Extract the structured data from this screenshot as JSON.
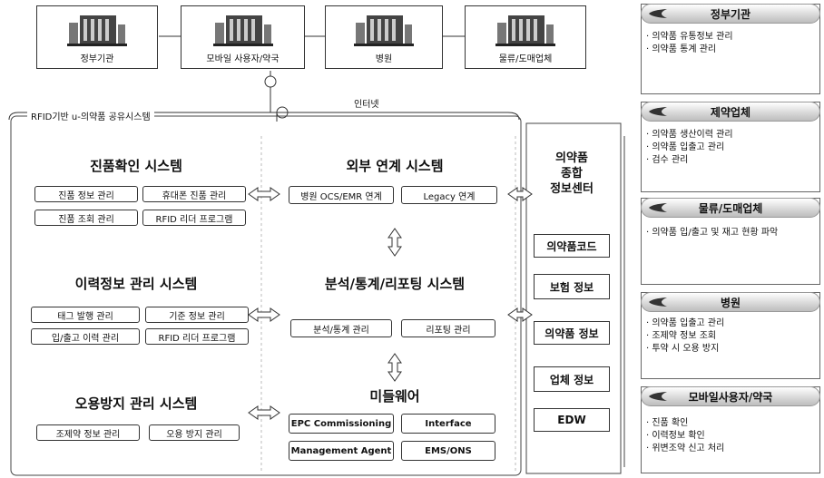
{
  "top_nodes": [
    "정부기관",
    "모바일 사용자/약국",
    "병원",
    "물류/도매업체"
  ],
  "internet_label": "인터넷",
  "system_title": "RFID기반 u-의약품 공유시스템",
  "authenticity": {
    "title": "진품확인 시스템",
    "items": [
      "진품 정보 관리",
      "휴대폰 진품 관리",
      "진품 조회 관리",
      "RFID 리더 프로그램"
    ]
  },
  "history": {
    "title": "이력정보 관리 시스템",
    "items": [
      "태그 발행 관리",
      "기준 정보 관리",
      "입/출고 이력 관리",
      "RFID 리더 프로그램"
    ]
  },
  "misuse": {
    "title": "오용방지 관리 시스템",
    "items": [
      "조제약 정보 관리",
      "오용 방지 관리"
    ]
  },
  "external": {
    "title": "외부 연계 시스템",
    "items": [
      "병원 OCS/EMR 연계",
      "Legacy 연계"
    ]
  },
  "analysis": {
    "title": "분석/통계/리포팅 시스템",
    "items": [
      "분석/통계 관리",
      "리포팅 관리"
    ]
  },
  "middleware": {
    "title": "미들웨어",
    "items": [
      "EPC Commissioning",
      "Interface",
      "Management Agent",
      "EMS/ONS"
    ]
  },
  "hub": {
    "title": "의약품\n종합\n정보센터",
    "items": [
      "의약품코드",
      "보험 정보",
      "의약품 정보",
      "업체 정보",
      "EDW"
    ]
  },
  "panels": [
    {
      "title": "정부기관",
      "items": [
        "의약품 유통정보 관리",
        "의약품 통계 관리"
      ]
    },
    {
      "title": "제약업체",
      "items": [
        "의약품 생산이력 관리",
        "의약품 입출고 관리",
        "검수 관리"
      ]
    },
    {
      "title": "물류/도매업체",
      "items": [
        "의약품 입/출고 및 재고 현황 파악"
      ]
    },
    {
      "title": "병원",
      "items": [
        "의약품 입출고 관리",
        "조제약 정보 조회",
        "투약 시 오용 방지"
      ]
    },
    {
      "title": "모바일사용자/약국",
      "items": [
        "진품 확인",
        "이력정보 확인",
        "위변조약 신고 처리"
      ]
    }
  ]
}
